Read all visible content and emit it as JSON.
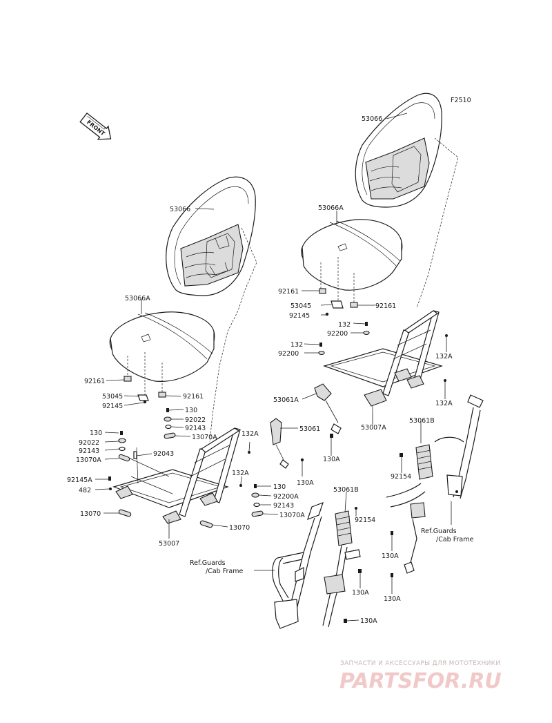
{
  "diagram_code": "F2510",
  "front_arrow": {
    "text": "FRONT"
  },
  "labels": {
    "l53066_left": "53066",
    "l53066A_left": "53066A",
    "l92161_left_a": "92161",
    "l53045_left": "53045",
    "l92145_left": "92145",
    "l92161_left_b": "92161",
    "l130_a": "130",
    "l92022_a": "92022",
    "l92143_a": "92143",
    "l13070A_a": "13070A",
    "l130_b": "130",
    "l92022_b": "92022",
    "l92143_b": "92143",
    "l13070A_b": "13070A",
    "l92043": "92043",
    "l92145A": "92145A",
    "l482": "482",
    "l13070_a": "13070",
    "l53007_left": "53007",
    "l13070_b": "13070",
    "l132A_a": "132A",
    "l132A_b": "132A",
    "l130_c": "130",
    "l92200A_left": "92200A",
    "l92143_c": "92143",
    "l13070A_c": "13070A",
    "l53061": "53061",
    "l130A_a": "130A",
    "l53066_right": "53066",
    "l53066A_right": "53066A",
    "l92161_right_a": "92161",
    "l53045_right": "53045",
    "l92161_right_b": "92161",
    "l92145_right": "92145",
    "l132_a": "132",
    "l92200_a": "92200",
    "l132_b": "132",
    "l92200_b": "92200",
    "l132A_c": "132A",
    "l132A_d": "132A",
    "l53061A": "53061A",
    "l53007A": "53007A",
    "l130A_b": "130A",
    "l53061B_a": "53061B",
    "l53061B_b": "53061B",
    "l92154_a": "92154",
    "l92154_b": "92154",
    "l130A_c": "130A",
    "l130A_d": "130A",
    "l130A_e": "130A",
    "l130A_f": "130A",
    "ref_left_1": "Ref.Guards",
    "ref_left_2": "/Cab Frame",
    "ref_right_1": "Ref.Guards",
    "ref_right_2": "/Cab Frame"
  },
  "watermark": {
    "top": "ЗАПЧАСТИ И АКСЕССУАРЫ ДЛЯ МОТОТЕХНИКИ",
    "main": "PARTSFOR.RU"
  }
}
